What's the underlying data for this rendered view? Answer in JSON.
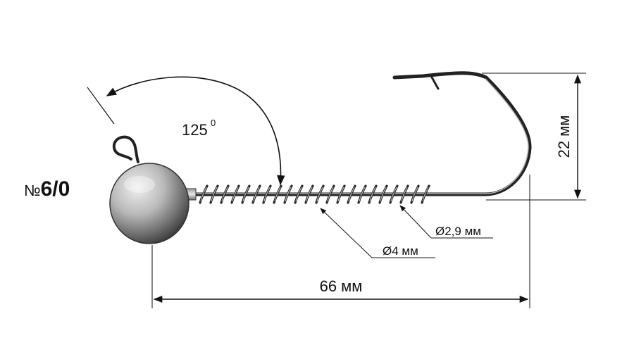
{
  "product": {
    "size_prefix": "№",
    "size_value": "6/0"
  },
  "dimensions": {
    "angle_value": "125",
    "angle_unit": "0",
    "hook_height": "22 мм",
    "total_length": "66 мм",
    "spring_outer_diameter": "Ø4 мм",
    "wire_diameter": "Ø2,9 мм"
  },
  "colors": {
    "background": "#ffffff",
    "line": "#111111",
    "metal_dark": "#3a3a3a",
    "metal_light": "#d8d8d8"
  }
}
